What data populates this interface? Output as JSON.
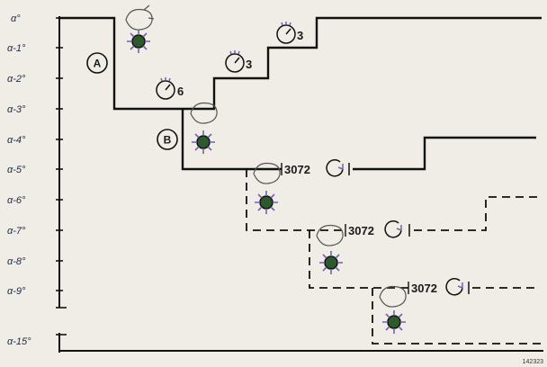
{
  "axis": {
    "labels": [
      "α°",
      "α-1°",
      "α-2°",
      "α-3°",
      "α-4°",
      "α-5°",
      "α-6°",
      "α-7°",
      "α-8°",
      "α-9°",
      "α-15°"
    ]
  },
  "paths": {
    "a": {
      "label": "A",
      "style": "solid"
    },
    "b": {
      "label": "B",
      "style": "solid"
    },
    "b_branch1": {
      "style": "dashed"
    },
    "b_branch2": {
      "style": "dashed"
    }
  },
  "annotations": {
    "timer_6": "6",
    "timer_3_upper": "3",
    "timer_3_lower": "3",
    "reactor_a": "3072",
    "reactor_b": "3072",
    "reactor_c": "3072"
  },
  "figure_id": "142323",
  "colors": {
    "background": "#efede6",
    "ink": "#111111",
    "axis_label": "#1f2a44",
    "mark_purple": "#7a5fb0",
    "mark_green": "#3a7a3a"
  },
  "icons": [
    "hand-icon",
    "burst-icon",
    "stopwatch-icon",
    "cycle-icon"
  ]
}
